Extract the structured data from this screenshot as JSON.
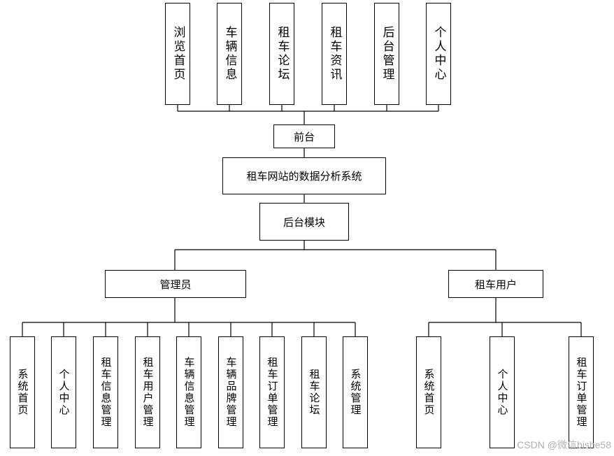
{
  "front": {
    "modules": [
      "浏览首页",
      "车辆信息",
      "租车论坛",
      "租车资讯",
      "后台管理",
      "个人中心"
    ],
    "label": "前台"
  },
  "system": {
    "title": "租车网站的数据分析系统"
  },
  "backend": {
    "label": "后台模块"
  },
  "admin": {
    "label": "管理员",
    "modules": [
      "系统首页",
      "个人中心",
      "租车信息管理",
      "租车用户管理",
      "车辆信息管理",
      "车辆品牌管理",
      "租车订单管理",
      "租车论坛",
      "系统管理"
    ]
  },
  "user": {
    "label": "租车用户",
    "modules": [
      "系统首页",
      "个人中心",
      "租车订单管理"
    ]
  },
  "watermark": "CSDN @微信bishe58"
}
